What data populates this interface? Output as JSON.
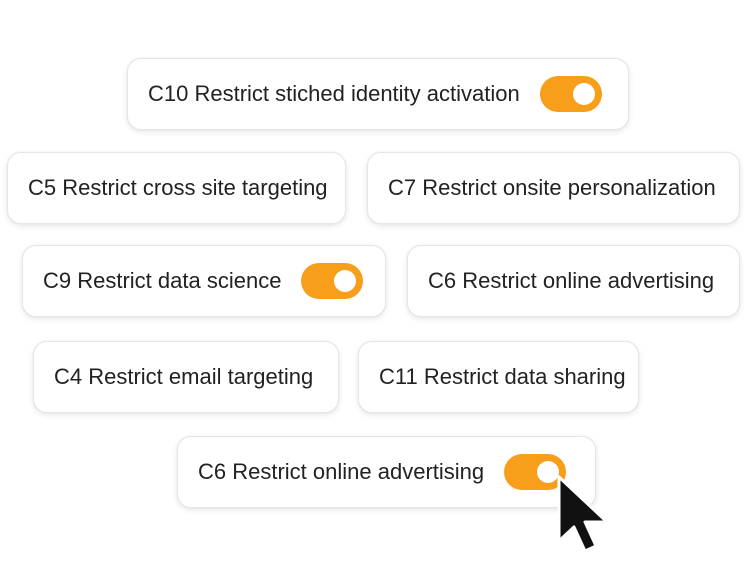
{
  "accent_color": "#f79e1b",
  "chips": [
    {
      "id": "c10",
      "label": "C10 Restrict stiched identity activation",
      "toggle": true
    },
    {
      "id": "c5",
      "label": "C5 Restrict cross site targeting",
      "toggle": false
    },
    {
      "id": "c7",
      "label": "C7 Restrict onsite personalization",
      "toggle": false
    },
    {
      "id": "c9",
      "label": "C9 Restrict data science",
      "toggle": true
    },
    {
      "id": "c6a",
      "label": "C6 Restrict online advertising",
      "toggle": false
    },
    {
      "id": "c4",
      "label": "C4 Restrict email targeting",
      "toggle": false
    },
    {
      "id": "c11",
      "label": "C11 Restrict data sharing",
      "toggle": false
    },
    {
      "id": "c6b",
      "label": "C6 Restrict online advertising",
      "toggle": true
    }
  ],
  "cursor_icon": "mouse-pointer-icon"
}
